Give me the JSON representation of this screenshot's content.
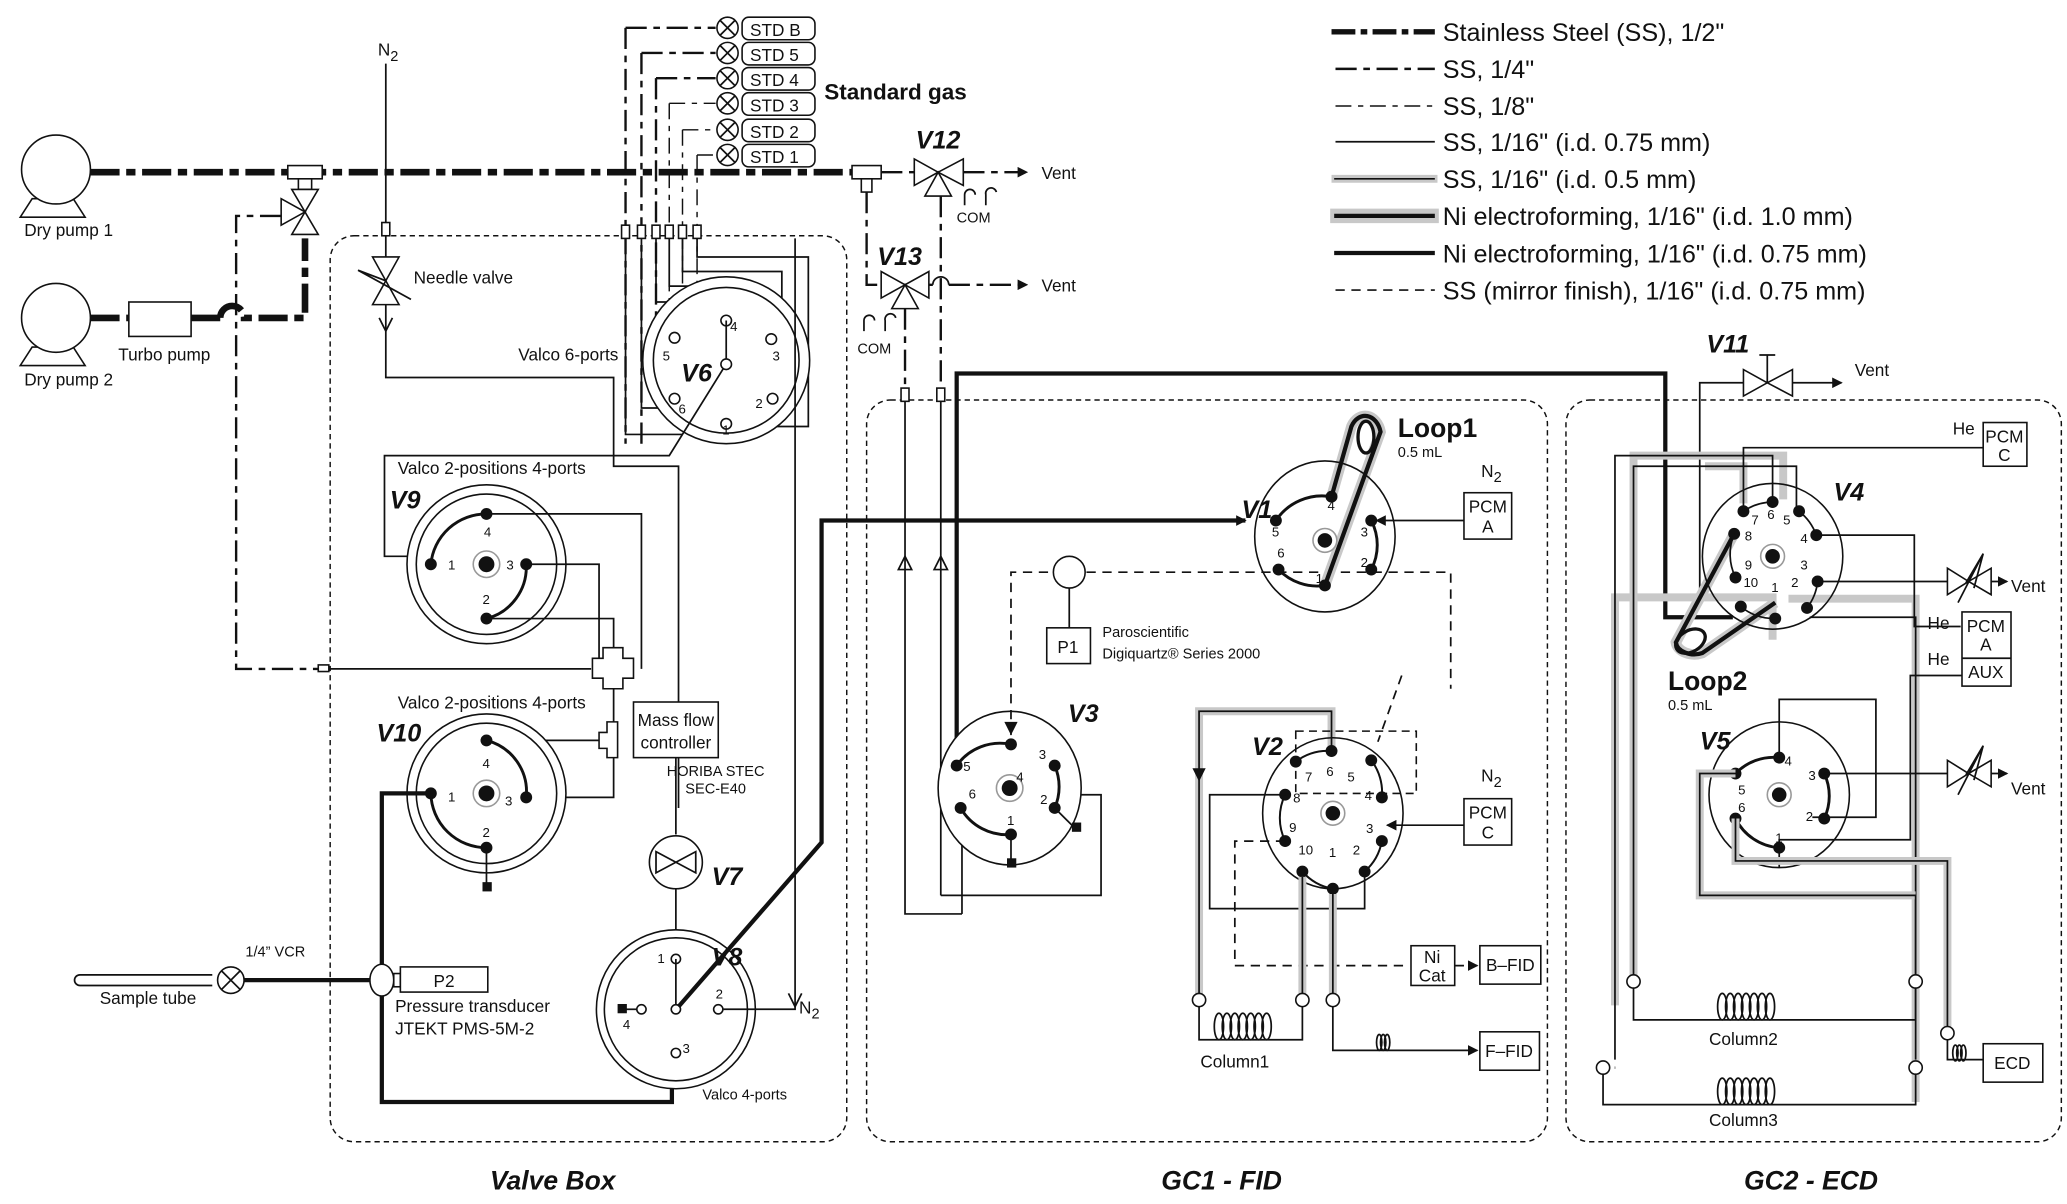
{
  "legend": [
    {
      "style": "ss-half-inch",
      "label": "Stainless Steel (SS), 1/2\""
    },
    {
      "style": "ss-quarter-inch",
      "label": "SS, 1/4\""
    },
    {
      "style": "ss-eighth-inch",
      "label": "SS, 1/8\""
    },
    {
      "style": "ss-sixteenth-075",
      "label": "SS, 1/16\" (i.d. 0.75 mm)"
    },
    {
      "style": "ss-sixteenth-05",
      "label": "SS, 1/16\" (i.d. 0.5 mm)"
    },
    {
      "style": "ni-10",
      "label": "Ni electroforming, 1/16\" (i.d. 1.0 mm)"
    },
    {
      "style": "ni-075",
      "label": "Ni electroforming, 1/16\" (i.d. 0.75 mm)"
    },
    {
      "style": "ss-mirror",
      "label": "SS (mirror finish), 1/16\" (i.d. 0.75 mm)"
    }
  ],
  "sections": {
    "valve_box": "Valve Box",
    "gc1": "GC1 - FID",
    "gc2": "GC2 - ECD"
  },
  "pumps": {
    "dry_pump_1": "Dry pump 1",
    "dry_pump_2": "Dry pump 2",
    "turbo_pump": "Turbo pump"
  },
  "standard_gas": {
    "title": "Standard gas",
    "cylinders": [
      "STD B",
      "STD 5",
      "STD 4",
      "STD 3",
      "STD 2",
      "STD 1"
    ]
  },
  "gases": {
    "n2": "N",
    "n2_sub": "2",
    "he": "He"
  },
  "labels": {
    "needle_valve": "Needle valve",
    "valco_6": "Valco 6-ports",
    "valco_2pos_4": "Valco 2-positions 4-ports",
    "valco_4": "Valco 4-ports",
    "mfc_line1": "Mass flow",
    "mfc_line2": "controller",
    "mfc_model1": "HORIBA STEC",
    "mfc_model2": "SEC-E40",
    "vcr": "1/4” VCR",
    "sample_tube": "Sample tube",
    "p2": "P2",
    "p2_desc1": "Pressure transducer",
    "p2_desc2": "JTEKT PMS-5M-2",
    "p1": "P1",
    "p1_desc1": "Paroscientific",
    "p1_desc2": "Digiquartz® Series 2000",
    "vent": "Vent",
    "com": "COM",
    "loop1": "Loop1",
    "loop1_vol": "0.5 mL",
    "loop2": "Loop2",
    "loop2_vol": "0.5 mL",
    "pcm": "PCM",
    "pcm_a": "A",
    "pcm_c": "C",
    "aux": "AUX",
    "ni": "Ni",
    "cat": "Cat",
    "bfid": "B–FID",
    "ffid": "F–FID",
    "ecd": "ECD",
    "column1": "Column1",
    "column2": "Column2",
    "column3": "Column3"
  },
  "valves": {
    "v1": "V1",
    "v2": "V2",
    "v3": "V3",
    "v4": "V4",
    "v5": "V5",
    "v6": "V6",
    "v7": "V7",
    "v8": "V8",
    "v9": "V9",
    "v10": "V10",
    "v11": "V11",
    "v12": "V12",
    "v13": "V13"
  },
  "ports": {
    "p1": "1",
    "p2": "2",
    "p3": "3",
    "p4": "4",
    "p5": "5",
    "p6": "6",
    "p7": "7",
    "p8": "8",
    "p9": "9",
    "p10": "10"
  }
}
